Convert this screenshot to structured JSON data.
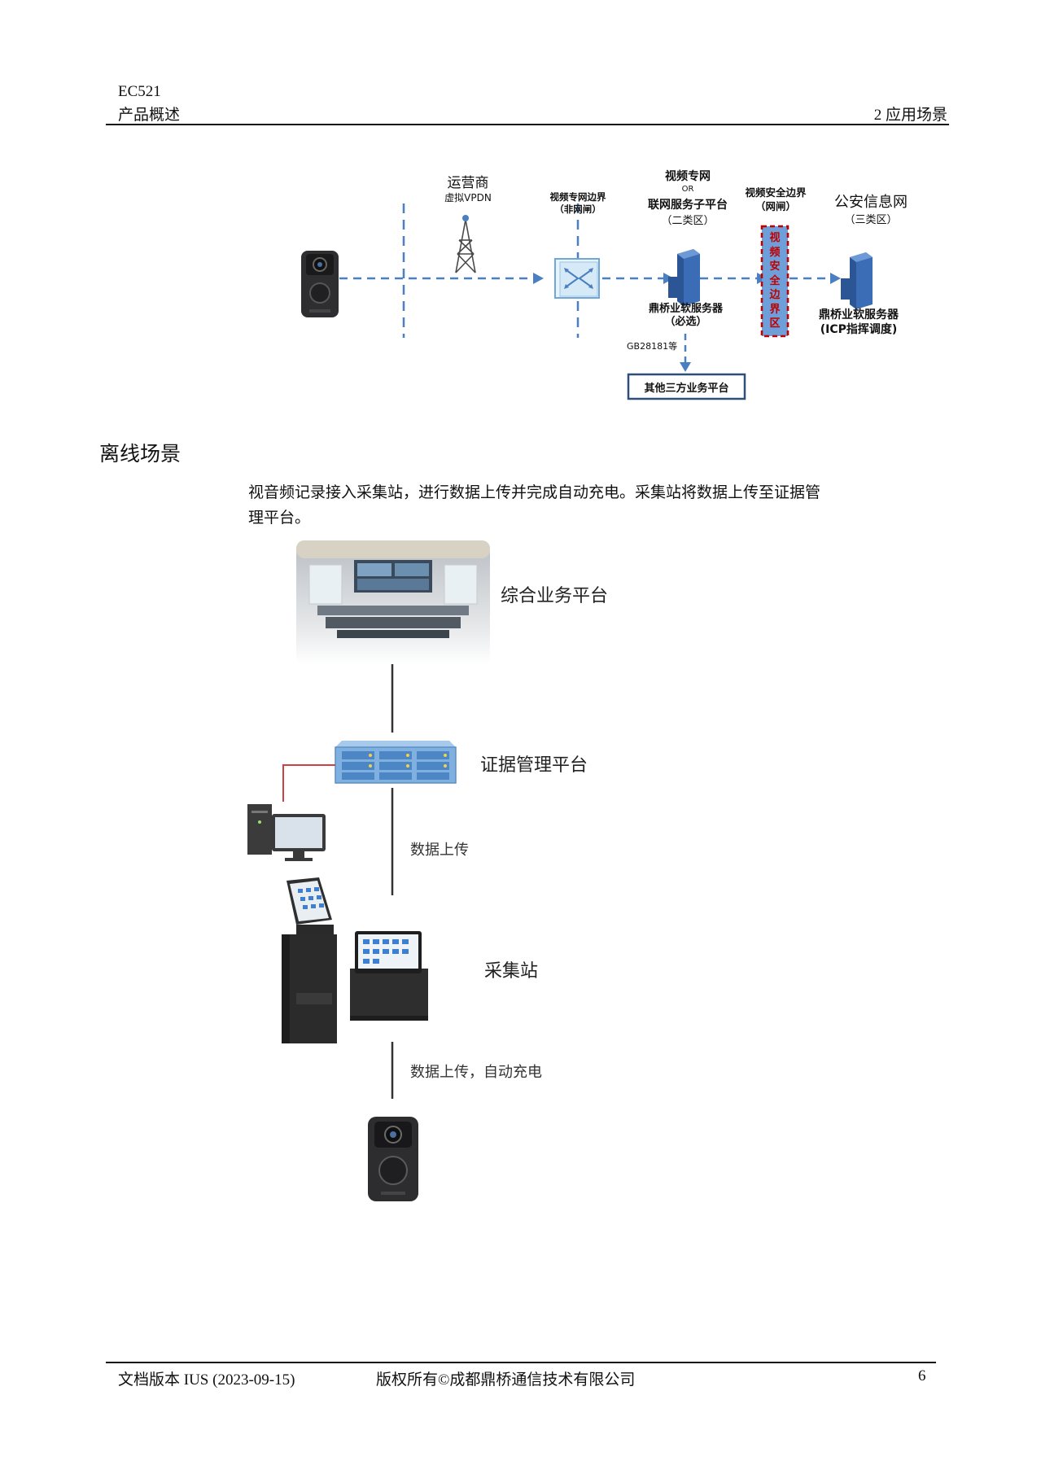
{
  "header": {
    "model": "EC521",
    "chapter": "产品概述",
    "section": "2 应用场景"
  },
  "diagram1": {
    "operator_title": "运营商",
    "operator_sub": "虚拟VPDN",
    "boundary1_title": "视频专网边界",
    "boundary1_sub": "（非网闸）",
    "net_title": "视频专网",
    "net_or": "OR",
    "net_sub1": "联网服务子平台",
    "net_sub2": "（二类区）",
    "boundary2_title": "视频安全边界",
    "boundary2_sub": "（网闸）",
    "boundary_vertical": [
      "视",
      "频",
      "安",
      "全",
      "边",
      "界",
      "区"
    ],
    "police_title": "公安信息网",
    "police_sub": "（三类区）",
    "server1_label": "鼎桥业软服务器",
    "server1_note": "（必选）",
    "server2_label": "鼎桥业软服务器",
    "server2_note": "(ICP指挥调度)",
    "protocol_label": "GB28181等",
    "third_party": "其他三方业务平台",
    "colors": {
      "line": "#4a7fc1",
      "red": "#c00000",
      "zone": "#6f9fd8"
    }
  },
  "section": {
    "title": "离线场景",
    "paragraph_line1": "视音频记录接入采集站，进行数据上传并完成自动充电。采集站将数据上传至证据管",
    "paragraph_line2": "理平台。"
  },
  "diagram2": {
    "platform_label": "综合业务平台",
    "evidence_label": "证据管理平台",
    "upload_label": "数据上传",
    "station_label": "采集站",
    "charge_label": "数据上传，自动充电"
  },
  "footer": {
    "version": "文档版本 IUS (2023-09-15)",
    "copyright": "版权所有©成都鼎桥通信技术有限公司",
    "page": "6"
  }
}
